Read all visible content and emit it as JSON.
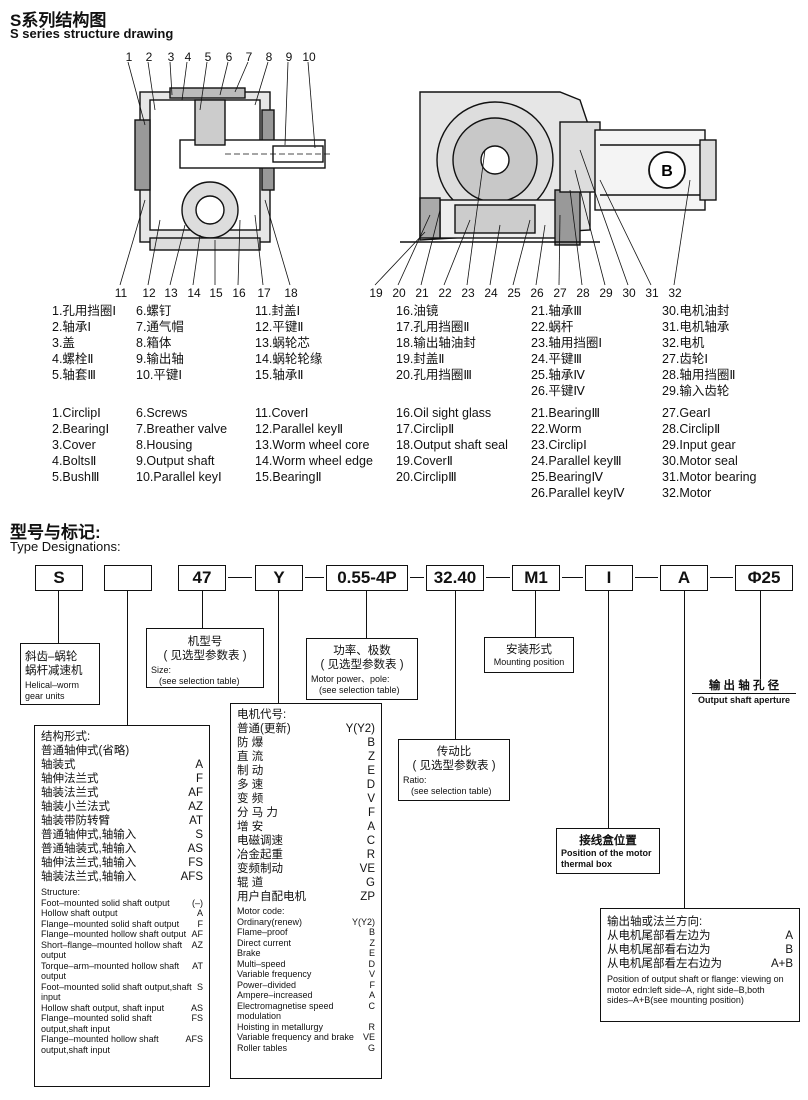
{
  "title": {
    "cn": "S系列结构图",
    "en": "S series structure drawing"
  },
  "drawing": {
    "top_numbers": [
      "1",
      "2",
      "3",
      "4",
      "5",
      "6",
      "7",
      "8",
      "9",
      "10"
    ],
    "bottom_left_numbers": [
      "11",
      "12",
      "13",
      "14",
      "15",
      "16",
      "17",
      "18"
    ],
    "bottom_right_numbers": [
      "19",
      "20",
      "21",
      "22",
      "23",
      "24",
      "25",
      "26",
      "27",
      "28",
      "29",
      "30",
      "31",
      "32"
    ],
    "logo_letter": "B"
  },
  "parts_cn": [
    [
      "1.孔用挡圈Ⅰ",
      "2.轴承Ⅰ",
      "3.盖",
      "4.螺栓Ⅱ",
      "5.轴套Ⅲ"
    ],
    [
      "6.螺钉",
      "7.通气帽",
      "8.箱体",
      "9.输出轴",
      "10.平键Ⅰ"
    ],
    [
      "11.封盖Ⅰ",
      "12.平键Ⅱ",
      "13.蜗轮芯",
      "14.蜗轮轮缘",
      "15.轴承Ⅱ"
    ],
    [
      "16.油镜",
      "17.孔用挡圈Ⅱ",
      "18.输出轴油封",
      "19.封盖Ⅱ",
      "20.孔用挡圈Ⅲ"
    ],
    [
      "21.轴承Ⅲ",
      "22.蜗杆",
      "23.轴用挡圈Ⅰ",
      "24.平键Ⅲ",
      "25.轴承Ⅳ",
      "26.平键Ⅳ"
    ],
    [
      "30.电机油封",
      "31.电机轴承",
      "32.电机",
      "27.齿轮Ⅰ",
      "28.轴用挡圈Ⅱ",
      "29.输入齿轮"
    ]
  ],
  "parts_en": [
    [
      "1.CirclipⅠ",
      "2.BearingⅠ",
      "3.Cover",
      "4.BoltsⅡ",
      "5.BushⅢ"
    ],
    [
      "6.Screws",
      "7.Breather valve",
      "8.Housing",
      "9.Output shaft",
      "10.Parallel keyⅠ"
    ],
    [
      "11.CoverⅠ",
      "12.Parallel keyⅡ",
      "13.Worm wheel core",
      "14.Worm wheel edge",
      "15.BearingⅡ"
    ],
    [
      "16.Oil sight glass",
      "17.CirclipⅡ",
      "18.Output shaft seal",
      "19.CoverⅡ",
      "20.CirclipⅢ"
    ],
    [
      "21.BearingⅢ",
      "22.Worm",
      "23.CirclipⅠ",
      "24.Parallel keyⅢ",
      "25.BearingⅣ",
      "26.Parallel keyⅣ"
    ],
    [
      "27.GearⅠ",
      "28.CirclipⅡ",
      "29.Input gear",
      "30.Motor seal",
      "31.Motor bearing",
      "32.Motor"
    ]
  ],
  "type_title": {
    "cn": "型号与标记:",
    "en": "Type Designations:"
  },
  "codes": [
    "S",
    "",
    "47",
    "Y",
    "0.55-4P",
    "32.40",
    "M1",
    "I",
    "A",
    "Φ25"
  ],
  "boxes": {
    "gear_units": {
      "cn1": "斜齿–蜗轮",
      "cn2": "蜗杆减速机",
      "en1": "Helical–worm",
      "en2": "gear units"
    },
    "size": {
      "cn1": "机型号",
      "cn2": "( 见选型参数表 )",
      "en1": "Size:",
      "en2": "(see selection table)"
    },
    "power": {
      "cn1": "功率、极数",
      "cn2": "( 见选型参数表 )",
      "en1": "Motor power、pole:",
      "en2": "(see selection table)"
    },
    "mounting": {
      "cn": "安装形式",
      "en": "Mounting position"
    },
    "aperture": {
      "cn": "输 出 轴 孔 径",
      "en": "Output shaft aperture"
    },
    "ratio": {
      "cn1": "传动比",
      "cn2": "( 见选型参数表 )",
      "en1": "Ratio:",
      "en2": "(see selection table)"
    },
    "thermal": {
      "cn": "接线盒位置",
      "en1": "Position of the motor",
      "en2": "thermal box"
    },
    "structure": {
      "cn_title": "结构形式:",
      "cn_rows": [
        [
          "普通轴伸式(省略)",
          ""
        ],
        [
          "轴装式",
          "A"
        ],
        [
          "轴伸法兰式",
          "F"
        ],
        [
          "轴装法兰式",
          "AF"
        ],
        [
          "轴装小兰法式",
          "AZ"
        ],
        [
          "轴装带防转臂",
          "AT"
        ],
        [
          "普通轴伸式,轴输入",
          "S"
        ],
        [
          "普通轴装式,轴输入",
          "AS"
        ],
        [
          "轴伸法兰式,轴输入",
          "FS"
        ],
        [
          "轴装法兰式,轴输入",
          "AFS"
        ]
      ],
      "en_title": "Structure:",
      "en_rows": [
        [
          "Foot–mounted solid shaft output",
          "(–)"
        ],
        [
          "Hollow shaft output",
          "A"
        ],
        [
          "Flange–mounted solid shaft output",
          "F"
        ],
        [
          "Flange–mounted hollow shaft output",
          "AF"
        ],
        [
          "Short–flange–mounted hollow shaft output",
          "AZ"
        ],
        [
          "Torque–arm–mounted hollow shaft output",
          "AT"
        ],
        [
          "Foot–mounted solid shaft output,shaft input",
          "S"
        ],
        [
          "Hollow shaft output, shaft input",
          "AS"
        ],
        [
          "Flange–mounted solid shaft output,shaft input",
          "FS"
        ],
        [
          "Flange–mounted hollow shaft output,shaft input",
          "AFS"
        ]
      ]
    },
    "motor": {
      "cn_title": "电机代号:",
      "cn_rows": [
        [
          "普通(更新)",
          "Y(Y2)"
        ],
        [
          "防 爆",
          "B"
        ],
        [
          "直 流",
          "Z"
        ],
        [
          "制 动",
          "E"
        ],
        [
          "多 速",
          "D"
        ],
        [
          "变 频",
          "V"
        ],
        [
          "分 马 力",
          "F"
        ],
        [
          "增 安",
          "A"
        ],
        [
          "电磁调速",
          "C"
        ],
        [
          "冶金起重",
          "R"
        ],
        [
          "变频制动",
          "VE"
        ],
        [
          "辊 道",
          "G"
        ],
        [
          "用户自配电机",
          "ZP"
        ]
      ],
      "en_title": "Motor code:",
      "en_rows": [
        [
          "Ordinary(renew)",
          "Y(Y2)"
        ],
        [
          "Flame–proof",
          "B"
        ],
        [
          "Direct current",
          "Z"
        ],
        [
          "Brake",
          "E"
        ],
        [
          "Multi–speed",
          "D"
        ],
        [
          "Variable frequency",
          "V"
        ],
        [
          "Power–divided",
          "F"
        ],
        [
          "Ampere–increased",
          "A"
        ],
        [
          "Electromagnetise speed modulation",
          "C"
        ],
        [
          "Hoisting in metallurgy",
          "R"
        ],
        [
          "Variable frequency and brake",
          "VE"
        ],
        [
          "Roller tables",
          "G"
        ]
      ]
    },
    "direction": {
      "cn_title": "输出轴或法兰方向:",
      "cn_rows": [
        [
          "从电机尾部看左边为",
          "A"
        ],
        [
          "从电机尾部看右边为",
          "B"
        ],
        [
          "从电机尾部看左右边为",
          "A+B"
        ]
      ],
      "en": "Position of output shaft or flange: viewing on motor edn:left side–A, right side–B,both sides–A+B(see mounting position)"
    }
  }
}
